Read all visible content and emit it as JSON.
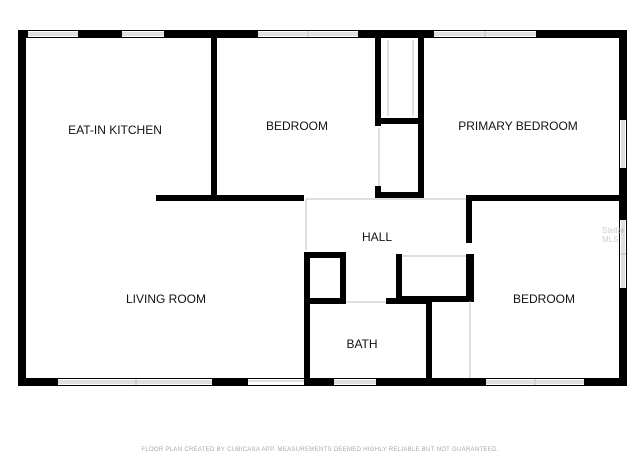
{
  "rooms": {
    "eat_in_kitchen": "EAT-IN KITCHEN",
    "bedroom_1": "BEDROOM",
    "primary_bedroom": "PRIMARY BEDROOM",
    "hall": "HALL",
    "living_room": "LIVING ROOM",
    "bath": "BATH",
    "bedroom_2": "BEDROOM"
  },
  "footer": "FLOOR PLAN CREATED BY CUBICASA APP. MEASUREMENTS DEEMED HIGHLY RELIABLE BUT NOT GUARANTEED.",
  "watermark": "Stellar MLS",
  "colors": {
    "wall": "#000000",
    "window": "#bfbfbf",
    "background": "#ffffff"
  }
}
